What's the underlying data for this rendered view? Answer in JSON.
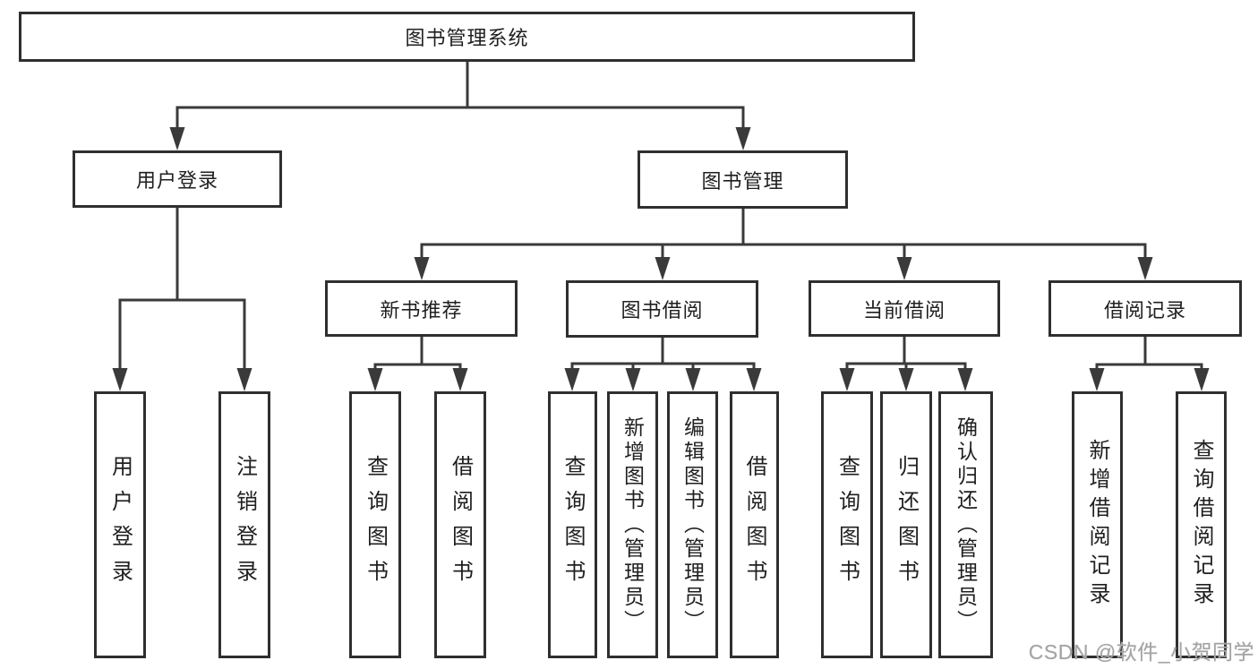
{
  "diagram": {
    "root": {
      "label": "图书管理系统"
    },
    "branches": [
      {
        "label": "用户登录",
        "children": [
          {
            "label": "用户登录"
          },
          {
            "label": "注销登录"
          }
        ]
      },
      {
        "label": "图书管理",
        "children": [
          {
            "label": "新书推荐",
            "children": [
              {
                "label": "查询图书"
              },
              {
                "label": "借阅图书"
              }
            ]
          },
          {
            "label": "图书借阅",
            "children": [
              {
                "label": "查询图书"
              },
              {
                "label": "新增图书（管理员）"
              },
              {
                "label": "编辑图书（管理员）"
              },
              {
                "label": "借阅图书"
              }
            ]
          },
          {
            "label": "当前借阅",
            "children": [
              {
                "label": "查询图书"
              },
              {
                "label": "归还图书"
              },
              {
                "label": "确认归还（管理员）"
              }
            ]
          },
          {
            "label": "借阅记录",
            "children": [
              {
                "label": "新增借阅记录"
              },
              {
                "label": "查询借阅记录"
              }
            ]
          }
        ]
      }
    ]
  },
  "watermark": {
    "text": "CSDN @软件_小贺同学"
  },
  "colors": {
    "line": "#3a3a3a",
    "box_border": "#2f2f2f",
    "text": "#1f1f1f",
    "watermark": "#a4a4a4",
    "background": "#ffffff"
  }
}
